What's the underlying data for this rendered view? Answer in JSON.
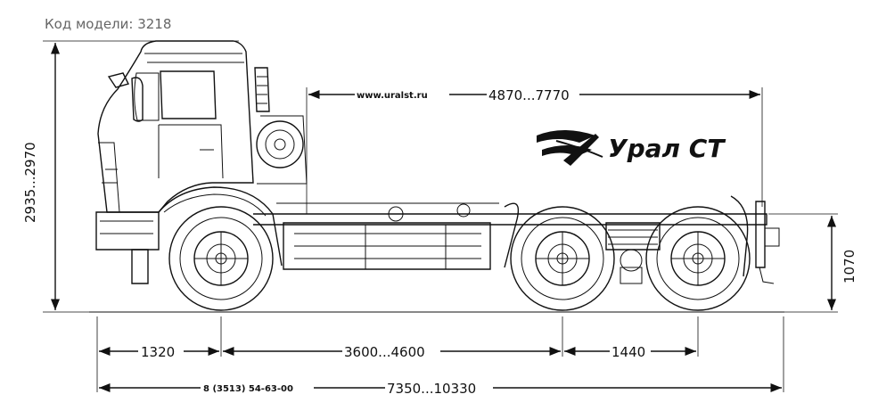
{
  "model_label": "Код модели: 3218",
  "watermark_url": "www.uralst.ru",
  "phone": "8 (3513) 54-63-00",
  "brand": "Урал СТ",
  "dimensions": {
    "height": "2935...2970",
    "frame_length": "4870...7770",
    "frame_height": "1070",
    "front_overhang": "1320",
    "wheelbase": "3600...4600",
    "rear_axle_spacing": "1440",
    "overall_length": "7350...10330"
  },
  "colors": {
    "line": "#111111",
    "label": "#666666"
  }
}
